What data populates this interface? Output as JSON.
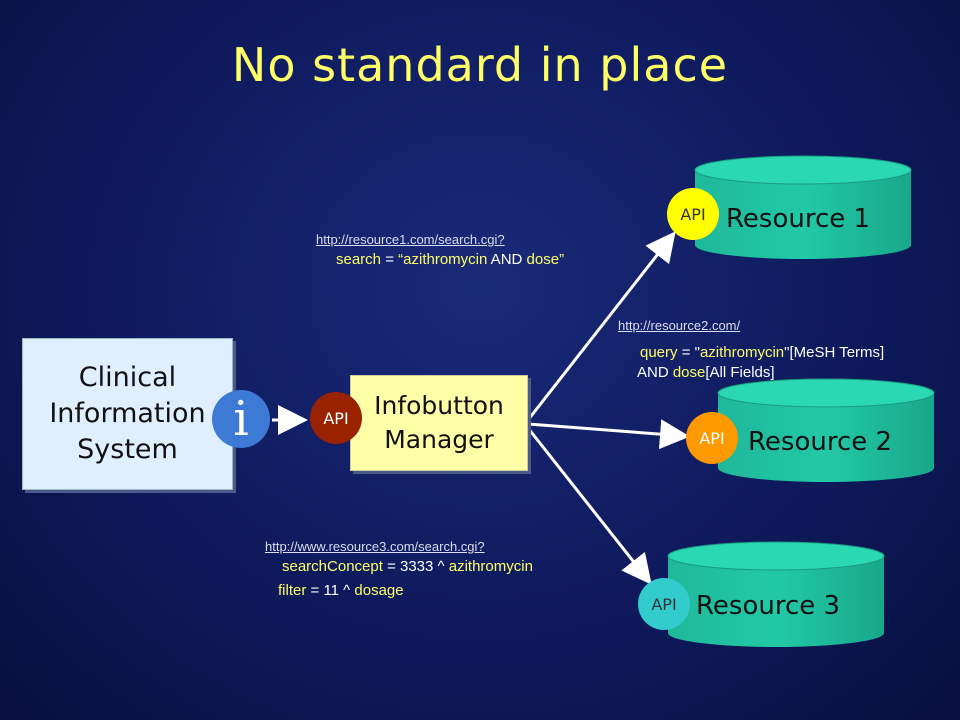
{
  "title": "No standard in place",
  "clinical_system": {
    "line1": "Clinical",
    "line2": "Information",
    "line3": "System"
  },
  "infobutton_icon": "i",
  "manager": {
    "line1": "Infobutton",
    "line2": "Manager"
  },
  "api_label": "API",
  "resources": [
    {
      "label": "Resource 1",
      "api_color": "#ffff00"
    },
    {
      "label": "Resource 2",
      "api_color": "#ff9900"
    },
    {
      "label": "Resource 3",
      "api_color": "#33cccc"
    }
  ],
  "manager_api_color": "#992200",
  "queries": {
    "r1": {
      "url": "http://resource1.com/search.cgi?",
      "k1": "search",
      "eq": " = ",
      "open_quote": "“",
      "v1": "azithromycin",
      "and": " AND ",
      "v2": "dose",
      "close_quote": "”"
    },
    "r2": {
      "url": "http://resource2.com/",
      "k1": "query",
      "eq": " = \"",
      "v1": "azithromycin",
      "tail1": "\"[MeSH Terms]",
      "and": "AND ",
      "v2": "dose",
      "tail2": "[All Fields]"
    },
    "r3": {
      "url": "http://www.resource3.com/search.cgi?",
      "k1": "searchConcept",
      "mid1": " = 3333 ^ ",
      "v1": "azithromycin",
      "k2": "filter",
      "mid2": " = 11 ^ ",
      "v2": "dosage"
    }
  }
}
